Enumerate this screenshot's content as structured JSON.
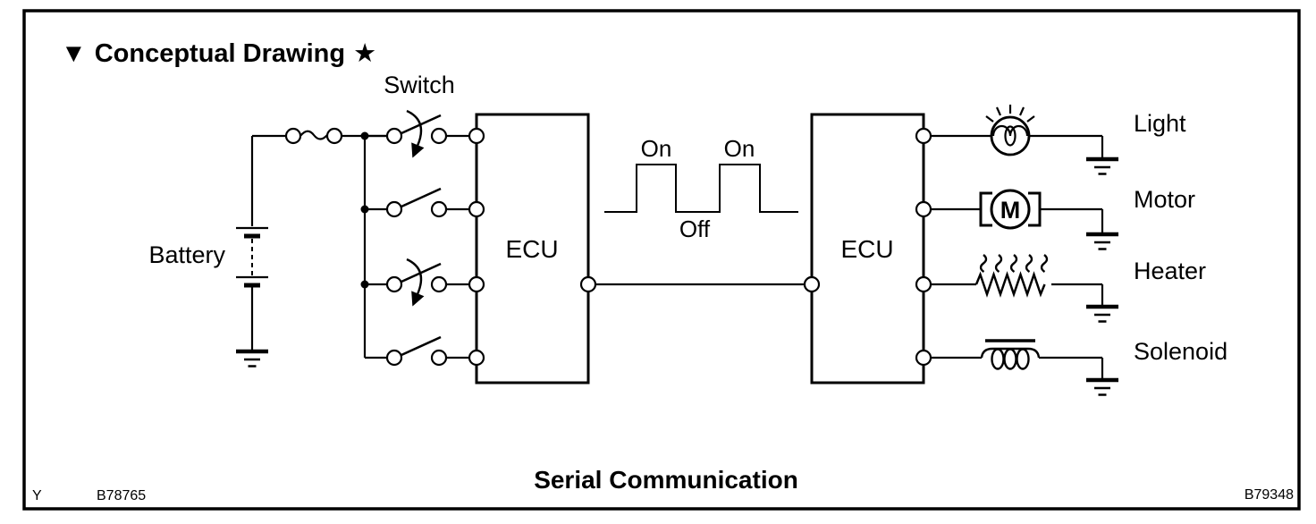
{
  "header": {
    "marker_icon": "▼",
    "title": "Conceptual Drawing",
    "star_icon": "★"
  },
  "left_circuit": {
    "battery_label": "Battery",
    "switch_label": "Switch",
    "ecu_label": "ECU",
    "switch_count": 4
  },
  "signal": {
    "on_label_1": "On",
    "on_label_2": "On",
    "off_label": "Off",
    "shape": "two-pulse square wave"
  },
  "right_circuit": {
    "ecu_label": "ECU",
    "loads": [
      {
        "label": "Light",
        "icon": "lamp-icon"
      },
      {
        "label": "Motor",
        "icon": "motor-icon",
        "symbol": "M"
      },
      {
        "label": "Heater",
        "icon": "resistor-icon"
      },
      {
        "label": "Solenoid",
        "icon": "coil-icon"
      }
    ]
  },
  "caption": "Serial Communication",
  "footer": {
    "page_mark": "Y",
    "code_left": "B78765",
    "code_right": "B79348"
  },
  "colors": {
    "ink": "#000000",
    "background": "#ffffff"
  }
}
